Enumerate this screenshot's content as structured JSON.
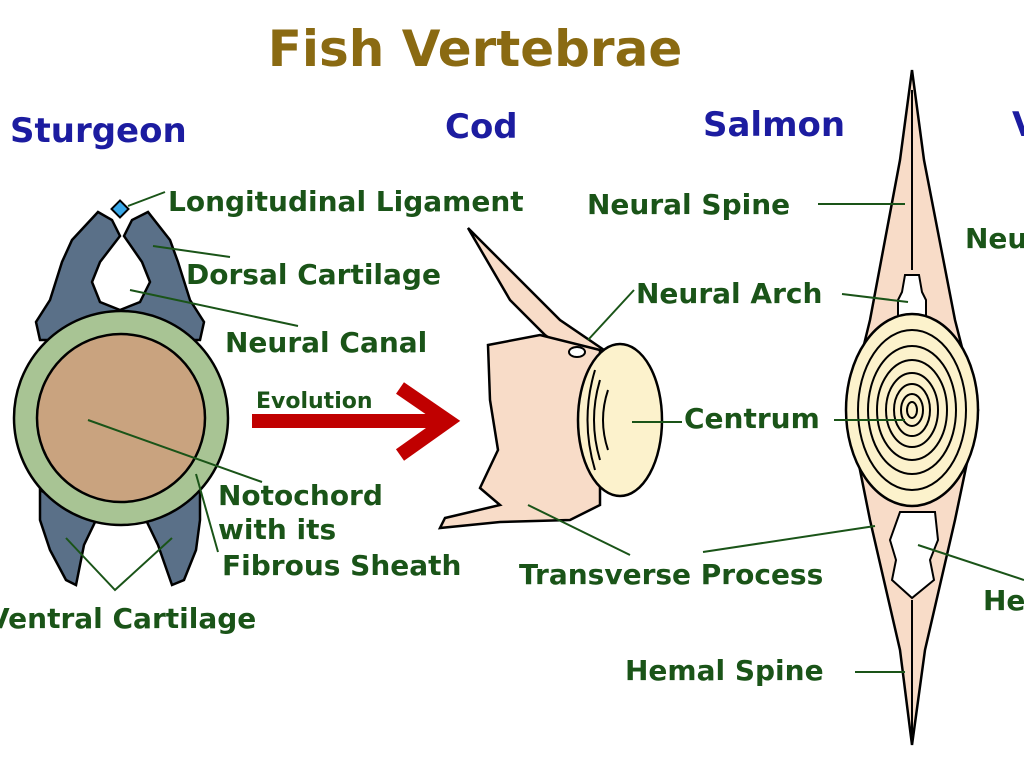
{
  "title": "Fish Vertebrae",
  "fish": {
    "sturgeon": "Sturgeon",
    "cod": "Cod",
    "salmon": "Salmon",
    "cut_off": "V"
  },
  "sturgeon_labels": {
    "ligament": "Longitudinal Ligament",
    "dorsal": "Dorsal Cartilage",
    "canal": "Neural Canal",
    "notochord_1": "Notochord",
    "notochord_2": "with its",
    "notochord_3": "Fibrous Sheath",
    "ventral": "Ventral Cartilage"
  },
  "evolution": "Evolution",
  "cod_labels": {
    "neural_arch": "Neural Arch",
    "centrum": "Centrum",
    "transverse": "Transverse Process"
  },
  "salmon_labels": {
    "neural_spine": "Neural Spine",
    "hemal_spine": "Hemal Spine",
    "cut_neural": "Neu",
    "cut_hemal": "He"
  },
  "colors": {
    "title": "#8a6a12",
    "fish_name": "#1c1ca0",
    "label": "#1a5418",
    "arrow": "#c00000",
    "cartilage": "#5a7088",
    "sheath": "#a8c494",
    "notochord": "#c9a37f",
    "bone": "#f8dcc8",
    "centrum": "#fcf2cc",
    "ligament": "#3aa8e8"
  }
}
